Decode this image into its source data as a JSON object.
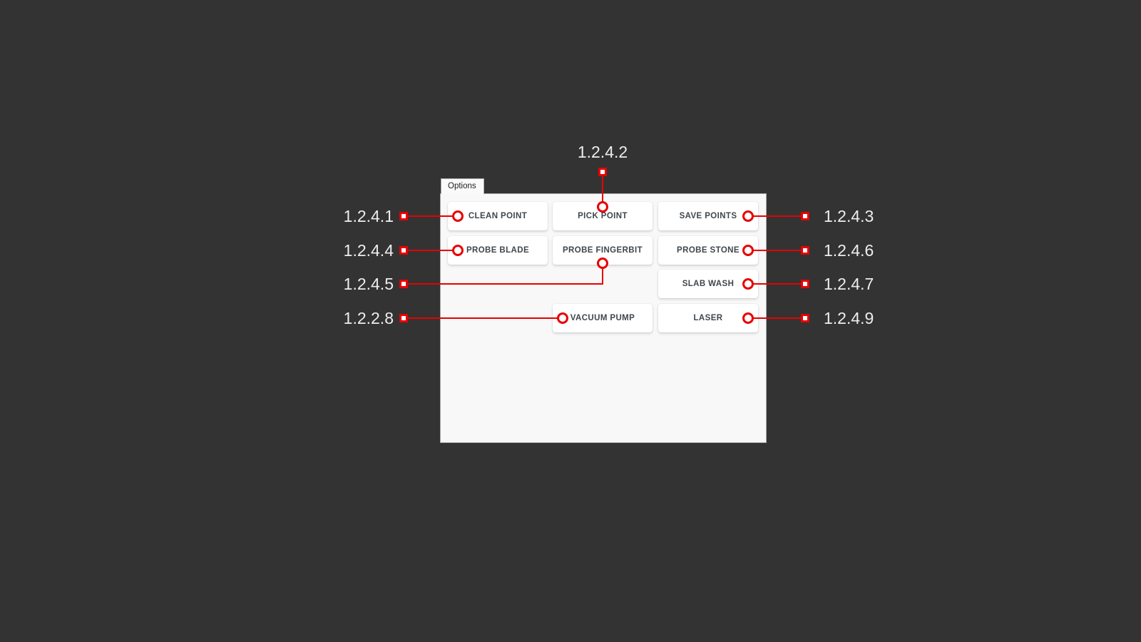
{
  "window": {
    "tab_label": "Options"
  },
  "buttons": [
    {
      "id": "clean_point",
      "label": "CLEAN POINT",
      "col": 0,
      "row": 0
    },
    {
      "id": "pick_point",
      "label": "PICK POINT",
      "col": 1,
      "row": 0
    },
    {
      "id": "save_points",
      "label": "SAVE POINTS",
      "col": 2,
      "row": 0
    },
    {
      "id": "probe_blade",
      "label": "PROBE BLADE",
      "col": 0,
      "row": 1
    },
    {
      "id": "probe_fingerbit",
      "label": "PROBE FINGERBIT",
      "col": 1,
      "row": 1
    },
    {
      "id": "probe_stone",
      "label": "PROBE STONE",
      "col": 2,
      "row": 1
    },
    {
      "id": "slab_wash",
      "label": "SLAB WASH",
      "col": 2,
      "row": 2
    },
    {
      "id": "vacuum_pump",
      "label": "VACUUM PUMP",
      "col": 1,
      "row": 3
    },
    {
      "id": "laser",
      "label": "LASER",
      "col": 2,
      "row": 3
    }
  ],
  "annotations": [
    {
      "label": "1.2.4.1",
      "target": "clean_point",
      "attach": "left"
    },
    {
      "label": "1.2.4.2",
      "target": "pick_point",
      "attach": "top"
    },
    {
      "label": "1.2.4.3",
      "target": "save_points",
      "attach": "right"
    },
    {
      "label": "1.2.4.4",
      "target": "probe_blade",
      "attach": "left"
    },
    {
      "label": "1.2.4.5",
      "target": "probe_fingerbit",
      "attach": "bottom"
    },
    {
      "label": "1.2.4.6",
      "target": "probe_stone",
      "attach": "right"
    },
    {
      "label": "1.2.4.7",
      "target": "slab_wash",
      "attach": "right"
    },
    {
      "label": "1.2.2.8",
      "target": "vacuum_pump",
      "attach": "left"
    },
    {
      "label": "1.2.4.9",
      "target": "laser",
      "attach": "right"
    }
  ],
  "colors": {
    "background": "#333333",
    "panel_background": "#f8f8f8",
    "panel_border": "#a9a9a9",
    "button_background": "#ffffff",
    "button_text": "#3f464c",
    "annotation_red": "#e80000",
    "annotation_label_text": "#ededed"
  }
}
